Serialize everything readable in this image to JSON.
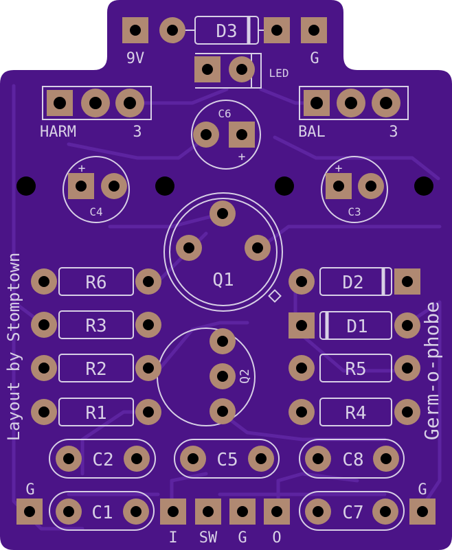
{
  "board": {
    "name": "Germ-o-phobe",
    "credit": "Layout by Stomptown",
    "colors": {
      "board": "#4b1487",
      "trace": "#5d24a0",
      "silk": "#d8d0e6",
      "pad": "#b08972",
      "hole": "#000000"
    }
  },
  "labels": {
    "d3": "D3",
    "v9": "9V",
    "g_top": "G",
    "led": "LED",
    "harm": "HARM",
    "harm_3": "3",
    "bal": "BAL",
    "bal_3": "3",
    "c6": "C6",
    "c6_plus": "+",
    "c4": "C4",
    "c4_plus": "+",
    "c3": "C3",
    "c3_plus": "+",
    "q1": "Q1",
    "q2": "Q2",
    "r6": "R6",
    "r3": "R3",
    "r2": "R2",
    "r1": "R1",
    "d2": "D2",
    "d1": "D1",
    "r5": "R5",
    "r4": "R4",
    "c2": "C2",
    "c5": "C5",
    "c8": "C8",
    "c1": "C1",
    "c7": "C7",
    "g_left": "G",
    "g_right": "G",
    "pin_i": "I",
    "pin_sw": "SW",
    "pin_g": "G",
    "pin_o": "O"
  }
}
